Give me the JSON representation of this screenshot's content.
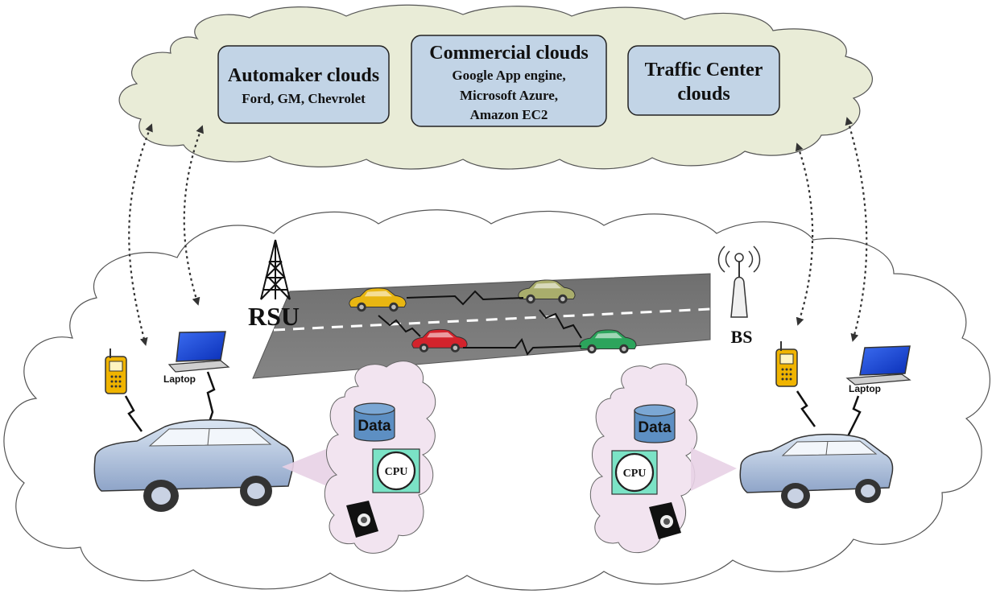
{
  "top_cloud": {
    "automaker": {
      "title": "Automaker clouds",
      "line1": "Ford, GM, Chevrolet"
    },
    "commercial": {
      "title": "Commercial clouds",
      "line1": "Google App engine,",
      "line2": "Microsoft Azure,",
      "line3": "Amazon EC2"
    },
    "traffic": {
      "title": "Traffic Center",
      "line1": "clouds"
    }
  },
  "labels": {
    "rsu": "RSU",
    "bs": "BS",
    "laptop_left": "Laptop",
    "laptop_right": "Laptop"
  },
  "left_vehicle_cloud": {
    "data": "Data",
    "cpu": "CPU"
  },
  "right_vehicle_cloud": {
    "data": "Data",
    "cpu": "CPU"
  },
  "colors": {
    "top_cloud_fill": "#e9ecd7",
    "box_fill": "#c2d4e6",
    "road": "#7b7b7b",
    "vehicle_cloud": "#f1e3ef",
    "cylinder": "#5b8ec1",
    "cpu_box": "#78e0c4",
    "car_blue": "#aebfda",
    "car_yellow": "#e6b400",
    "car_olive": "#a8ad70",
    "car_red": "#d0212a",
    "car_green": "#2aa05a"
  }
}
